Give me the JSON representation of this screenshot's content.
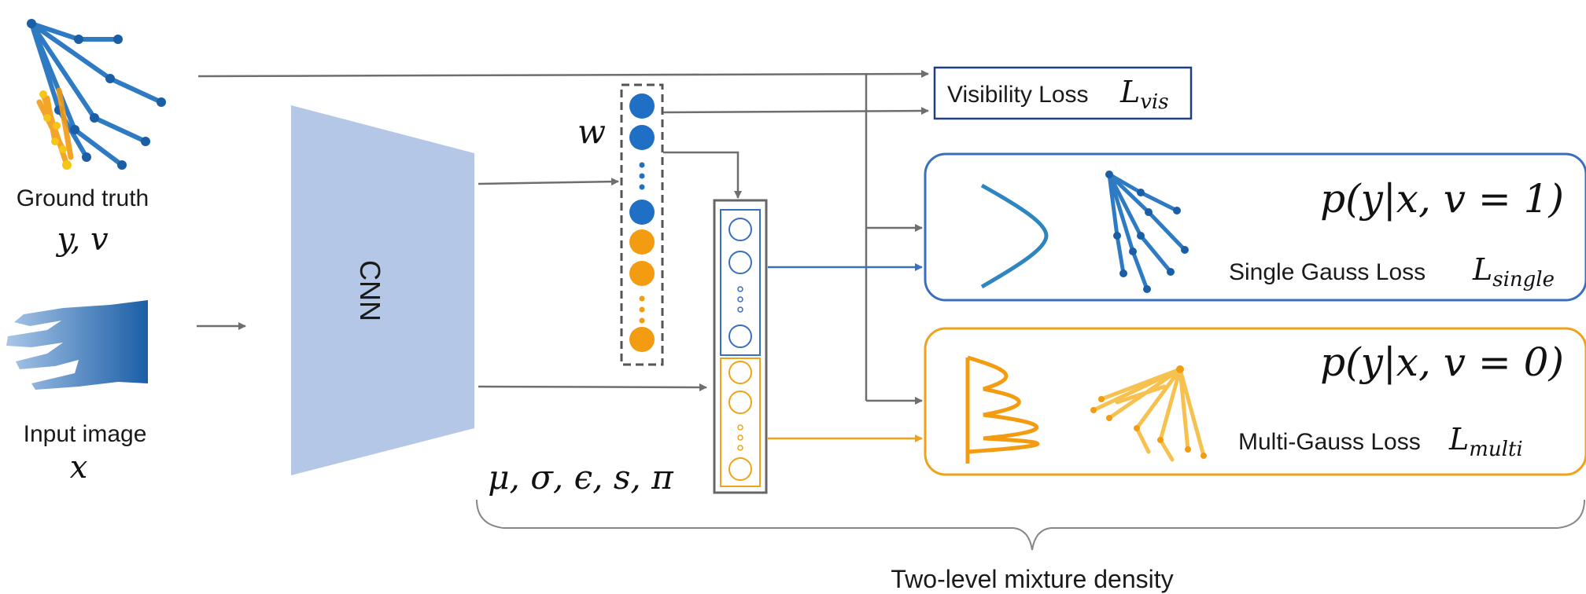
{
  "ground_truth": {
    "label": "Ground truth",
    "symbol": "y, v"
  },
  "input_image": {
    "label": "Input image",
    "symbol": "x"
  },
  "cnn": {
    "label": "CNN"
  },
  "weights": {
    "symbol": "w"
  },
  "params": {
    "symbol": "μ, σ, ϵ, s, π"
  },
  "visibility_loss": {
    "label": "Visibility Loss",
    "symbol_base": "L",
    "symbol_sub": "vis"
  },
  "single_panel": {
    "prob": "p(y|x, v = 1)",
    "label": "Single Gauss Loss",
    "symbol_base": "L",
    "symbol_sub": "single"
  },
  "multi_panel": {
    "prob": "p(y|x, v = 0)",
    "label": "Multi-Gauss Loss",
    "symbol_base": "L",
    "symbol_sub": "multi"
  },
  "brace_label": "Two-level mixture density",
  "colors": {
    "blue": "#1f6fc5",
    "panel_blue": "#3a6fbf",
    "orange": "#f39c12",
    "panel_orange": "#f0a31a",
    "cnn_fill": "#b4c7e7",
    "arrow": "#6e6e6e",
    "dark_border": "#1f3f80"
  },
  "icons": [
    "hand-skeleton-icon",
    "hand-depth-icon",
    "gaussian-curve-icon",
    "multimodal-curve-icon"
  ]
}
